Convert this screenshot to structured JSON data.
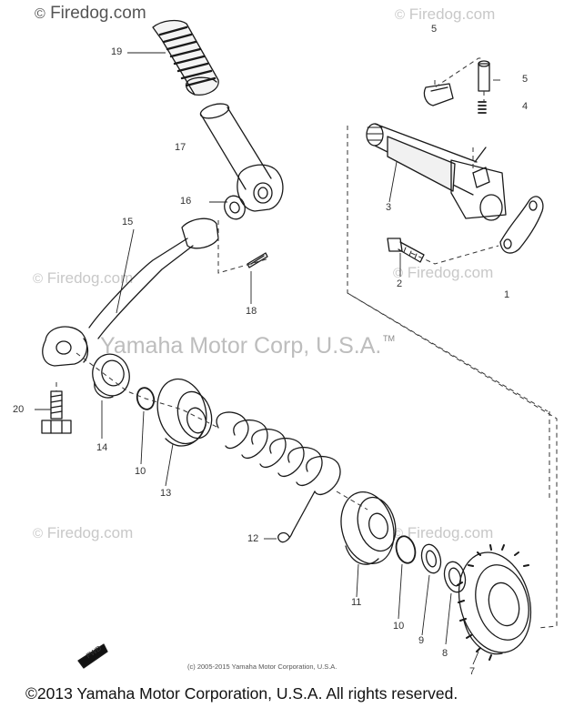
{
  "watermarks": {
    "top_left": "Firedog.com",
    "top_right": "Firedog.com",
    "mid_left": "Firedog.com",
    "mid_right": "Firedog.com",
    "bottom_left": "Firedog.com",
    "bottom_right": "Firedog.com",
    "copyright_symbol": "©",
    "center": "Yamaha Motor Corp, U.S.A.",
    "tm": "TM"
  },
  "small_copyright": "(c) 2005-2015 Yamaha Motor Corporation, U.S.A.",
  "footer": "©2013 Yamaha Motor Corporation, U.S.A. All rights reserved.",
  "callouts": {
    "n19": "19",
    "n17": "17",
    "n16": "16",
    "n15": "15",
    "n18": "18",
    "n5a": "5",
    "n5b": "5",
    "n4": "4",
    "n3": "3",
    "n2": "2",
    "n1": "1",
    "n20": "20",
    "n14": "14",
    "n10a": "10",
    "n13": "13",
    "n12": "12",
    "n11": "11",
    "n10b": "10",
    "n9": "9",
    "n8": "8",
    "n7": "7"
  },
  "fwd_mark": "FWD"
}
